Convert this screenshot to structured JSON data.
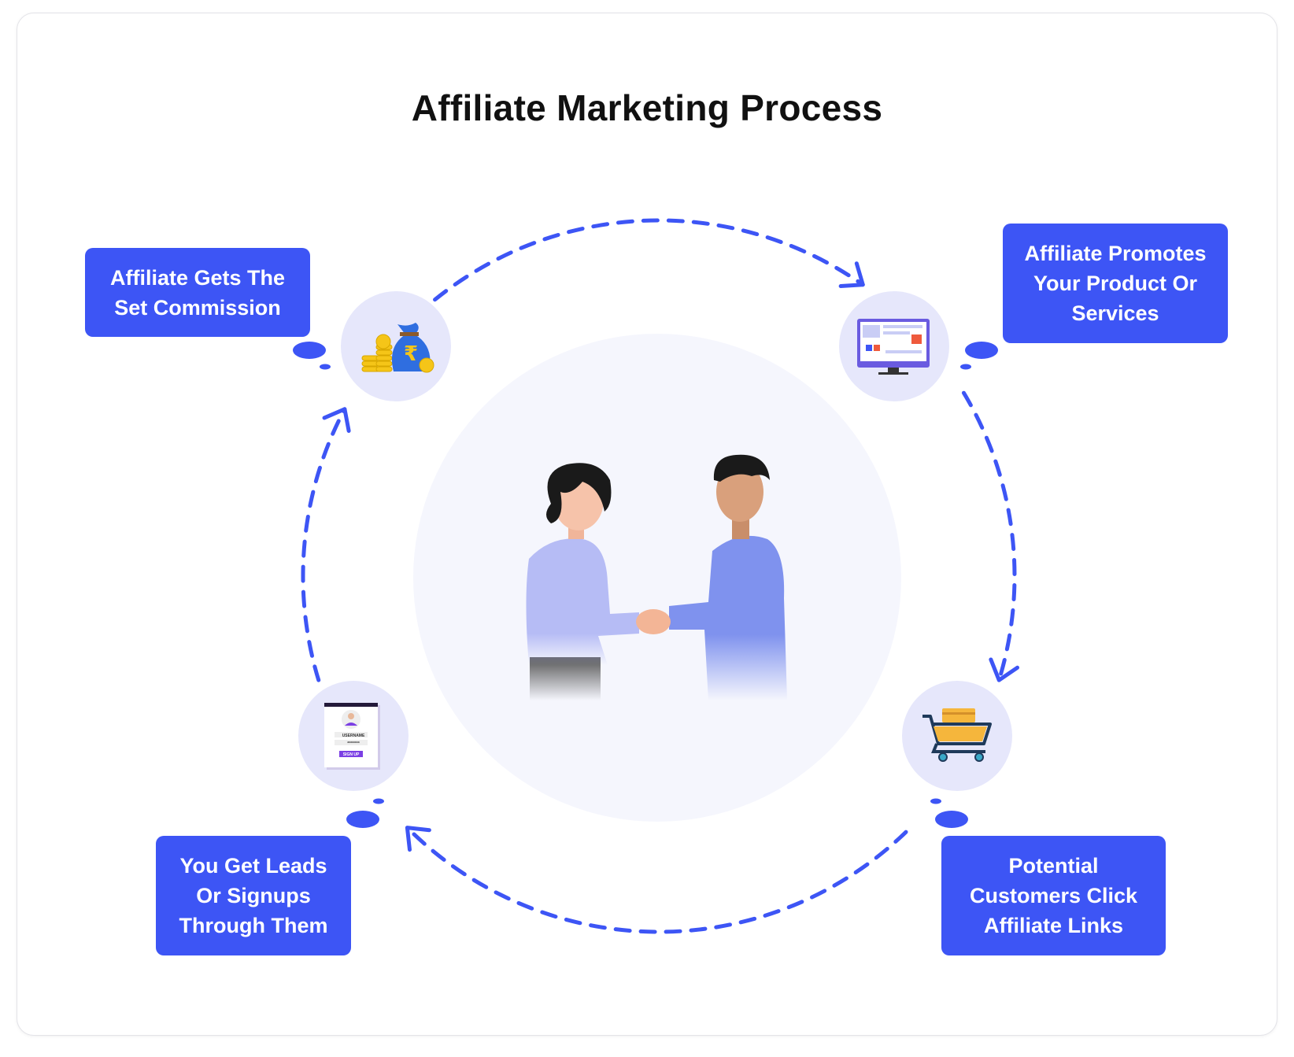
{
  "title": "Affiliate Marketing Process",
  "steps": [
    {
      "label": "Affiliate Promotes Your Product Or Services",
      "icon": "monitor-icon"
    },
    {
      "label": "Potential Customers Click Affiliate Links",
      "icon": "shopping-cart-icon"
    },
    {
      "label": "You Get Leads Or Signups Through Them",
      "icon": "signup-form-icon"
    },
    {
      "label": "Affiliate Gets The Set Commission",
      "icon": "money-bag-icon"
    }
  ],
  "signup_form": {
    "username": "USERNAME",
    "password": "********",
    "button": "SIGN UP"
  },
  "colors": {
    "accent": "#3d55f5",
    "icon_bg": "#e6e7fb",
    "center_bg": "#f5f6fd"
  }
}
